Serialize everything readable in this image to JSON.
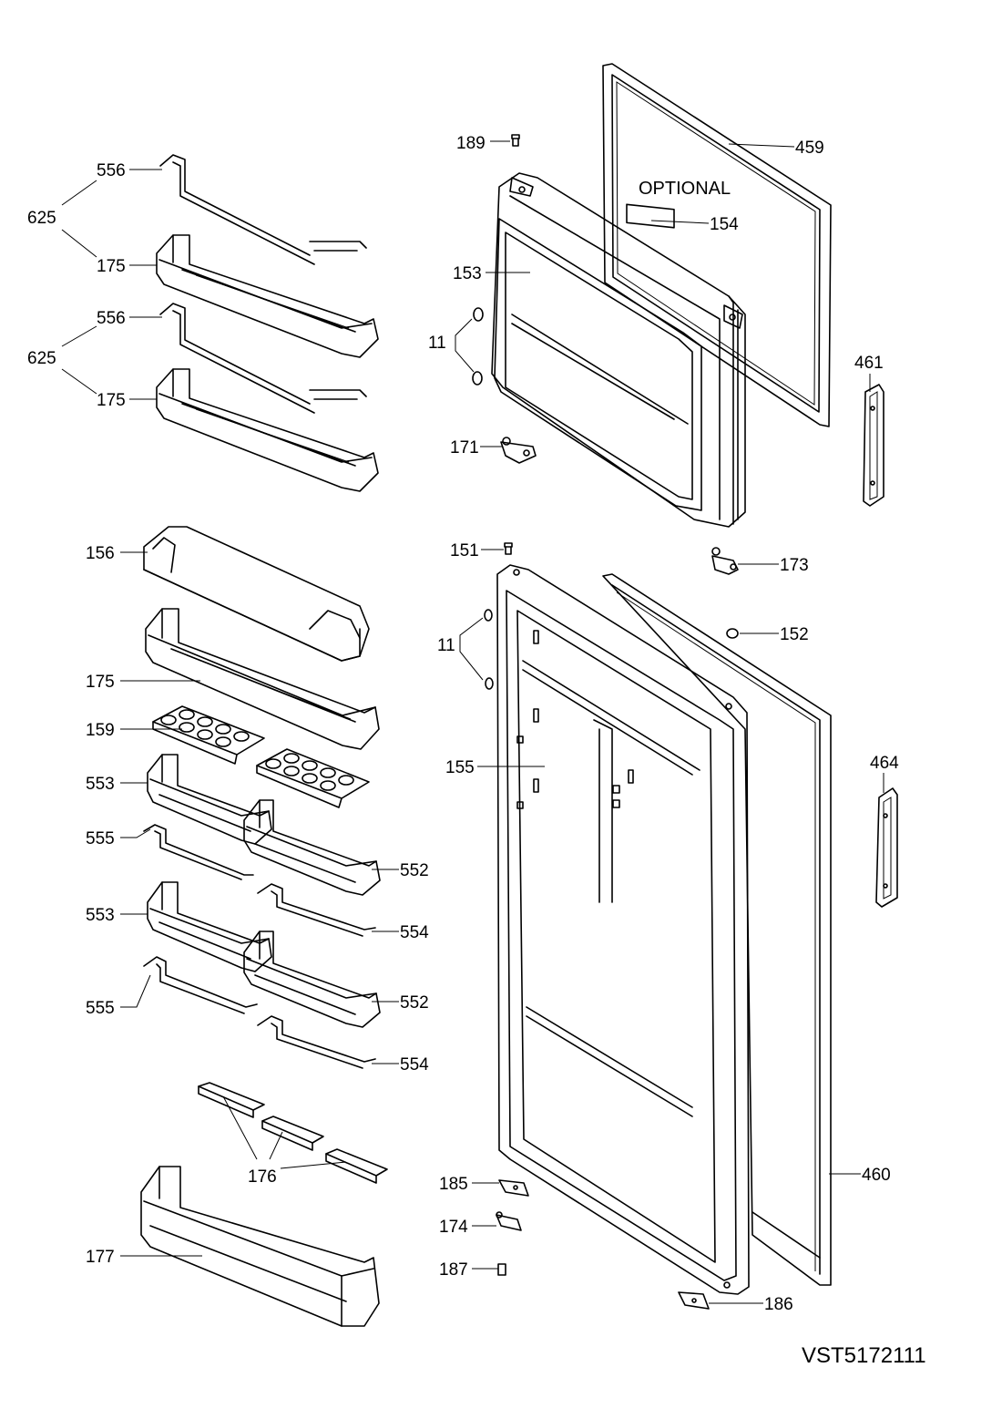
{
  "diagram": {
    "optional_note": "OPTIONAL",
    "drawing_code": "VST5172111",
    "callouts": {
      "p189": "189",
      "p459": "459",
      "p154": "154",
      "p153": "153",
      "p11_top": "11",
      "p171": "171",
      "p461": "461",
      "p151": "151",
      "p173": "173",
      "p152": "152",
      "p11_bottom": "11",
      "p155": "155",
      "p464": "464",
      "p185": "185",
      "p174": "174",
      "p187": "187",
      "p186": "186",
      "p460": "460",
      "p556_a": "556",
      "p625_a": "625",
      "p175_a": "175",
      "p556_b": "556",
      "p625_b": "625",
      "p175_b": "175",
      "p156": "156",
      "p175_c": "175",
      "p159": "159",
      "p553_a": "553",
      "p555_a": "555",
      "p552_a": "552",
      "p554_a": "554",
      "p553_b": "553",
      "p555_b": "555",
      "p552_b": "552",
      "p554_b": "554",
      "p176": "176",
      "p177": "177"
    }
  }
}
